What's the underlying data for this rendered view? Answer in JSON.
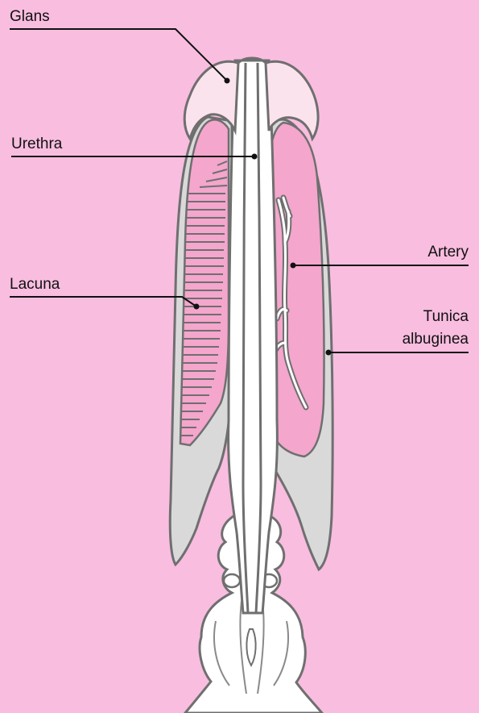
{
  "labels": {
    "glans": "Glans",
    "urethra": "Urethra",
    "lacuna": "Lacuna",
    "artery": "Artery",
    "tunica_line1": "Tunica",
    "tunica_line2": "albuginea"
  },
  "colors": {
    "background": "#f8bddf",
    "glans_fill": "#fbe3ee",
    "corpus_fill": "#f4a6cc",
    "tissue_grey": "#d9d9da",
    "outline": "#6f6f6f",
    "white_tissue": "#ffffff"
  }
}
